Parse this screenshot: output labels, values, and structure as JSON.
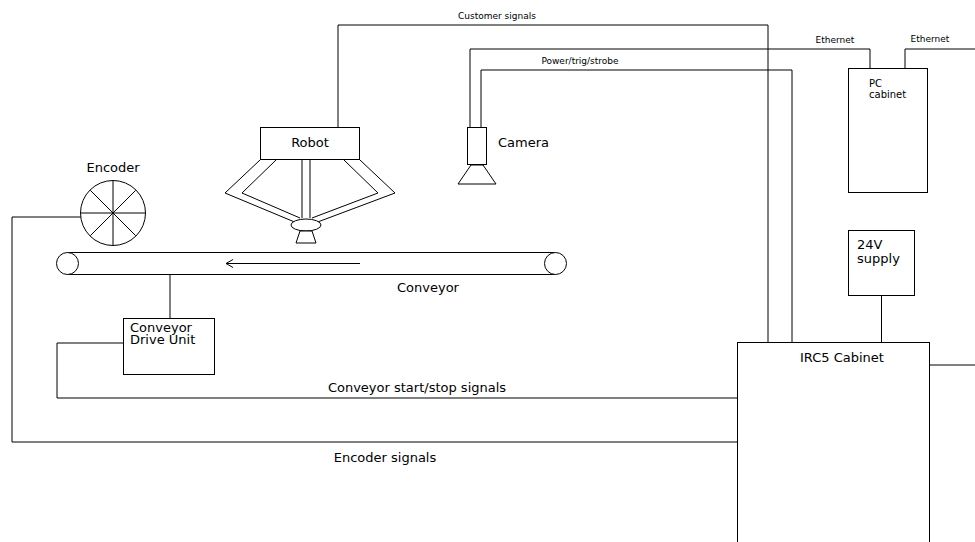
{
  "diagram": {
    "nodes": [
      {
        "text": [
          "Encoder"
        ]
      },
      {
        "text": [
          "Robot"
        ]
      },
      {
        "text": [
          "Camera"
        ]
      },
      {
        "text": [
          "PC cabinet"
        ]
      },
      {
        "text": [
          "24V supply"
        ]
      },
      {
        "text": [
          "Conveyor"
        ]
      },
      {
        "text": [
          "Conveyor Drive Unit"
        ]
      },
      {
        "text": [
          "IRC5 Cabinet"
        ]
      }
    ],
    "edges": [
      {
        "from": 1,
        "to": 7,
        "label": "Customer signals",
        "arrow": "none"
      },
      {
        "from": 2,
        "to": 3,
        "label": "Ethernet",
        "arrow": "none"
      },
      {
        "from": 2,
        "to": 7,
        "label": "Power/trig/strobe",
        "arrow": "none"
      },
      {
        "from": 6,
        "to": 7,
        "label": "Conveyor start/stop signals",
        "arrow": "none"
      },
      {
        "from": 0,
        "to": 7,
        "label": "Encoder signals",
        "arrow": "none"
      },
      {
        "from": 4,
        "to": 7,
        "arrow": "none"
      },
      {
        "from": 5,
        "to": 6,
        "arrow": "none"
      }
    ],
    "labels": [
      "Ethernet"
    ]
  }
}
